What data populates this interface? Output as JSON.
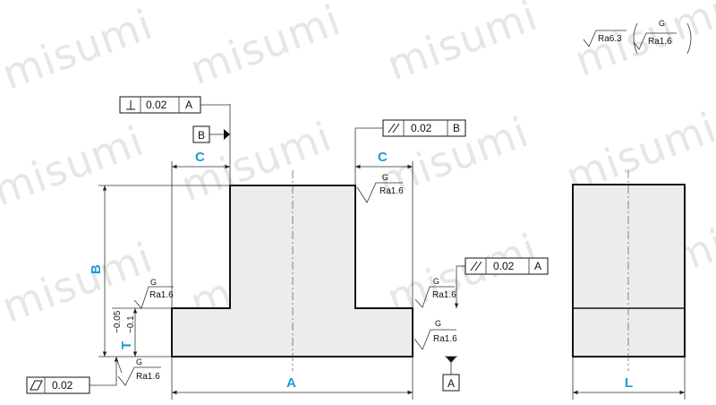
{
  "watermark": "misumi",
  "dimensions": {
    "A": "A",
    "B": "B",
    "C_left": "C",
    "C_right": "C",
    "T": "T",
    "L": "L",
    "tol_a": "−0.05",
    "tol_b": "−0.1"
  },
  "surface": {
    "general": "Ra6.3",
    "grinding_letter": "G",
    "ground": "Ra1.6"
  },
  "tolerance_frames": {
    "perpendicularity": {
      "value": "0.02",
      "datum": "A"
    },
    "parallelism_top": {
      "value": "0.02",
      "datum": "B"
    },
    "parallelism_side": {
      "value": "0.02",
      "datum": "A"
    },
    "flatness": {
      "value": "0.02"
    }
  },
  "datums": {
    "B": "B",
    "A": "A"
  },
  "colors": {
    "dimension": "#1a9bd7",
    "part_fill": "#ececec",
    "line": "#111111"
  }
}
